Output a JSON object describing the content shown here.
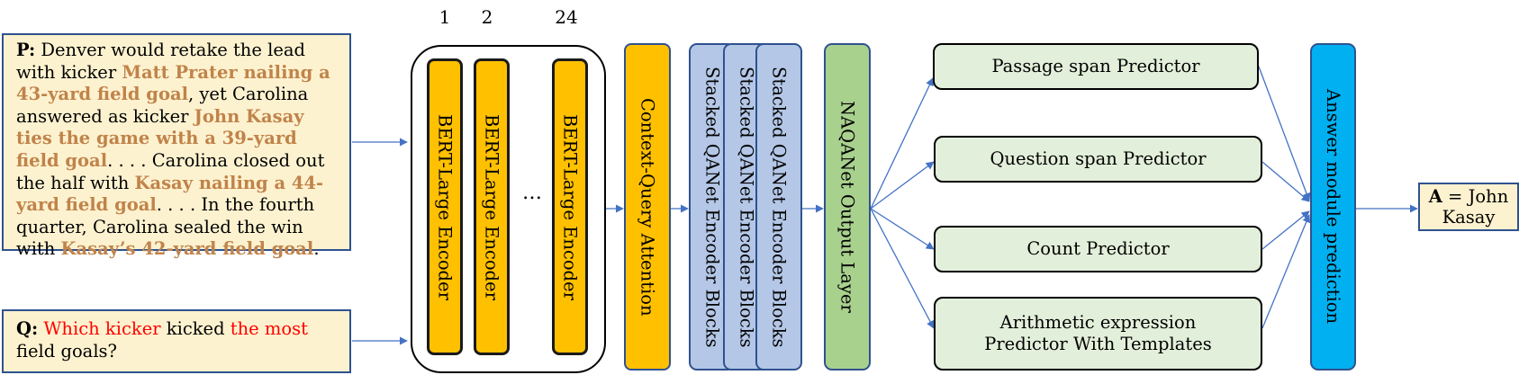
{
  "passage": {
    "label": "P:",
    "segments": [
      {
        "text": " Denver would retake the lead with kicker ",
        "style": "normal"
      },
      {
        "text": "Matt Prater nailing a 43-yard field goal",
        "style": "brown"
      },
      {
        "text": ", yet Carolina answered as kicker ",
        "style": "normal"
      },
      {
        "text": "John Kasay ties the game with a 39-yard field goal",
        "style": "brown"
      },
      {
        "text": ". . . . Carolina closed out the half with ",
        "style": "normal"
      },
      {
        "text": "Kasay nailing a 44-yard field goal",
        "style": "brown"
      },
      {
        "text": ". . . . In the fourth quarter, Carolina sealed the win with ",
        "style": "normal"
      },
      {
        "text": "Kasay’s 42-yard field goal",
        "style": "brown"
      },
      {
        "text": ".",
        "style": "normal"
      }
    ]
  },
  "question": {
    "label": "Q:",
    "segments": [
      {
        "text": " ",
        "style": "normal"
      },
      {
        "text": "Which kicker",
        "style": "red"
      },
      {
        "text": " kicked ",
        "style": "normal"
      },
      {
        "text": "the most",
        "style": "red"
      },
      {
        "text": " field goals?",
        "style": "normal"
      }
    ]
  },
  "bert": {
    "layer_numbers": [
      "1",
      "2",
      "24"
    ],
    "layer_label": "BERT-Large Encoder",
    "ellipsis": "…"
  },
  "context_query": "Context-Query Attention",
  "qanet_label": "Stacked QANet Encoder Blocks",
  "naqanet_label": "NAQANet Output Layer",
  "predictors": {
    "passage_span": "Passage span Predictor",
    "question_span": "Question span Predictor",
    "count": "Count Predictor",
    "arithmetic": "Arithmetic expression Predictor With Templates"
  },
  "answer_module": "Answer module prediction",
  "answer": {
    "label": "A",
    "text": " = John Kasay"
  },
  "colors": {
    "arrow": "#4472c4",
    "box_border": "#2f528f",
    "bert_yellow": "#ffc000",
    "qanet_blue": "#b4c7e7",
    "output_green": "#a9d18e",
    "predictor_green": "#e2efda",
    "answer_cyan": "#00b0f0",
    "text_box_fill": "#fdf2cf",
    "highlight_brown": "#c0834a",
    "highlight_red": "#ff0000"
  }
}
